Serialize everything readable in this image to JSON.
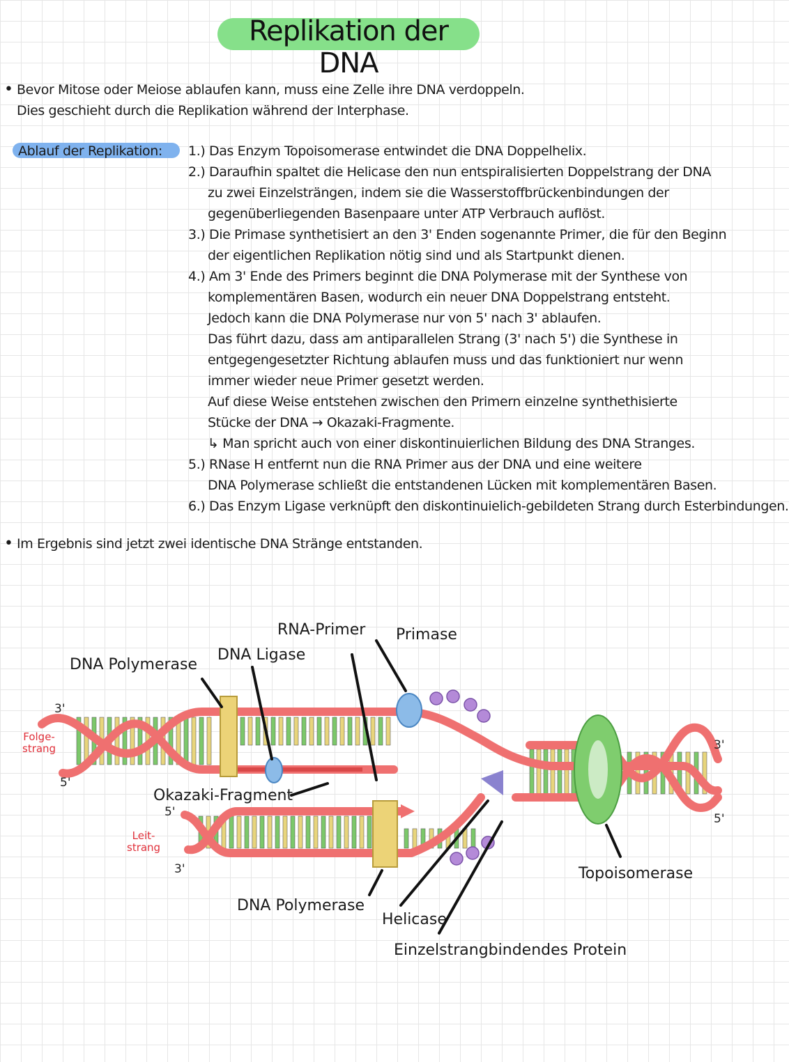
{
  "title": "Replikation der DNA",
  "intro": {
    "line1": "Bevor Mitose oder Meiose ablaufen kann, muss eine Zelle ihre DNA verdoppeln.",
    "line2": "Dies geschieht durch die Replikation während der Interphase."
  },
  "ablauf_label": "Ablauf der Replikation:",
  "steps": [
    "1.) Das Enzym Topoisomerase entwindet die DNA Doppelhelix.",
    "2.) Daraufhin spaltet die Helicase den nun entspiralisierten Doppelstrang der DNA",
    "zu zwei Einzelsträngen, indem sie die Wasserstoffbrückenbindungen der",
    "gegenüberliegenden Basenpaare unter ATP Verbrauch auflöst.",
    "3.) Die Primase synthetisiert an den 3' Enden sogenannte Primer, die für den Beginn",
    "der eigentlichen Replikation nötig sind und als Startpunkt dienen.",
    "4.) Am 3' Ende des Primers beginnt die DNA Polymerase mit der Synthese von",
    "komplementären Basen, wodurch ein neuer DNA Doppelstrang entsteht.",
    "Jedoch kann die DNA Polymerase nur von 5' nach 3' ablaufen.",
    "Das führt dazu, dass am antiparallelen Strang (3' nach 5') die Synthese in",
    "entgegengesetzter Richtung ablaufen muss und das funktioniert nur wenn",
    "immer wieder neue Primer gesetzt werden.",
    "Auf diese Weise entstehen zwischen den Primern einzelne synthethisierte",
    "Stücke der DNA → Okazaki-Fragmente.",
    "↳ Man spricht auch von einer diskontinuierlichen Bildung des DNA Stranges.",
    "5.) RNase H entfernt nun die RNA Primer aus der DNA und eine weitere",
    "DNA Polymerase schließt die entstandenen Lücken mit komplementären Basen.",
    "6.) Das Enzym Ligase verknüpft den diskontinuielich-gebildeten Strang durch Esterbindungen."
  ],
  "result": "Im Ergebnis sind jetzt zwei identische DNA Stränge entstanden.",
  "diagram": {
    "labels": {
      "rna_primer": "RNA-Primer",
      "primase": "Primase",
      "dna_polymerase_top": "DNA Polymerase",
      "dna_ligase": "DNA Ligase",
      "okazaki": "Okazaki-Fragment",
      "folgestrang": "Folge-\nstrang",
      "leitstrang": "Leit-\nstrang",
      "dna_polymerase_bottom": "DNA Polymerase",
      "helicase": "Helicase",
      "ssb": "Einzelstrangbindendes Protein",
      "topoisomerase": "Topoisomerase"
    },
    "ends": {
      "top_left_3": "3'",
      "top_left_5": "5'",
      "mid_5": "5'",
      "mid_3": "3'",
      "right_3": "3'",
      "right_5": "5'"
    },
    "colors": {
      "strand": "#ef7070",
      "strand_dark": "#d94848",
      "base_green": "#7cc86a",
      "base_yellow": "#e8d57c",
      "polymerase": "#ecd377",
      "ligase": "#8cbbe8",
      "ssb": "#b48ad8",
      "helicase": "#8a82cf",
      "topoisomerase": "#7fcd6e"
    }
  }
}
